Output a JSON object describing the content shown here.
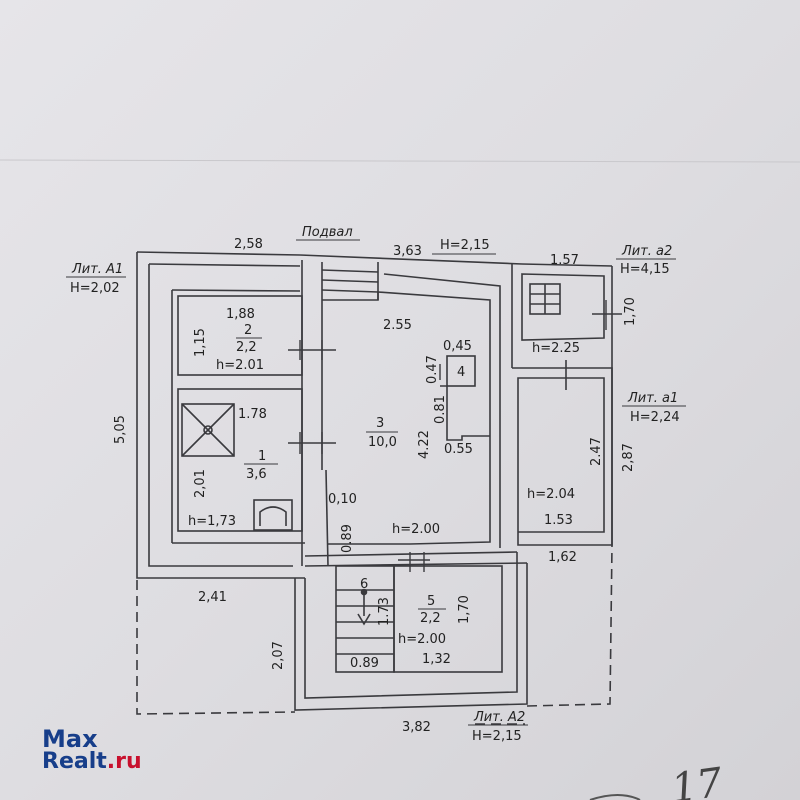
{
  "watermark": {
    "brand_top": "Max",
    "brand_bottom_main": "Realt",
    "brand_bottom_suffix": ".ru"
  },
  "blocks": {
    "a1": {
      "name": "Лит. А1",
      "height": "Н=2,02"
    },
    "podval": {
      "name": "Подвал"
    },
    "main": {
      "height": "Н=2,15"
    },
    "a2": {
      "name": "Лит. а2",
      "height": "Н=4,15"
    },
    "a1_small": {
      "name": "Лит. а1",
      "height": "Н=2,24"
    },
    "A2": {
      "name": "Лит. А2",
      "height": "Н=2,15"
    }
  },
  "rooms": {
    "r1": {
      "num": "1",
      "area": "3,6",
      "h": "h=1,73"
    },
    "r2": {
      "num": "2",
      "area": "2,2",
      "h": "h=2.01"
    },
    "r3": {
      "num": "3",
      "area": "10,0",
      "h": "h=2.00"
    },
    "r4": {
      "num": "4"
    },
    "r5": {
      "num": "5",
      "area": "2,2",
      "h": "h=2.00"
    },
    "r6": {
      "num": "6"
    },
    "ra1": {
      "h": "h=2.04"
    },
    "ra2": {
      "h": "h=2.25"
    }
  },
  "dims": {
    "top_left": "2,58",
    "top_mid": "3,63",
    "top_right": "1.57",
    "left_height": "5,05",
    "a2_side": "1,70",
    "a1_side": "2,87",
    "r2_width": "1,88",
    "r2_height": "1,15",
    "r1_width": "1.78",
    "r1_height": "2,01",
    "r3_top": "2.55",
    "r4_width": "0,45",
    "r4_height": "0.47",
    "r3_notch": "0.81",
    "r3_depth": "4.22",
    "r3_right": "0.55",
    "wall_thickness": "0,10",
    "corridor": "0.89",
    "ra1_depth": "2.47",
    "ra1_width": "1.53",
    "right_width": "1,62",
    "bottom_left": "2,41",
    "bottom_left_height": "2,07",
    "stair_height": "1.73",
    "r5_height": "1,70",
    "stair_width": "0.89",
    "r5_width": "1,32",
    "bottom": "3,82"
  },
  "handwriting": "17"
}
